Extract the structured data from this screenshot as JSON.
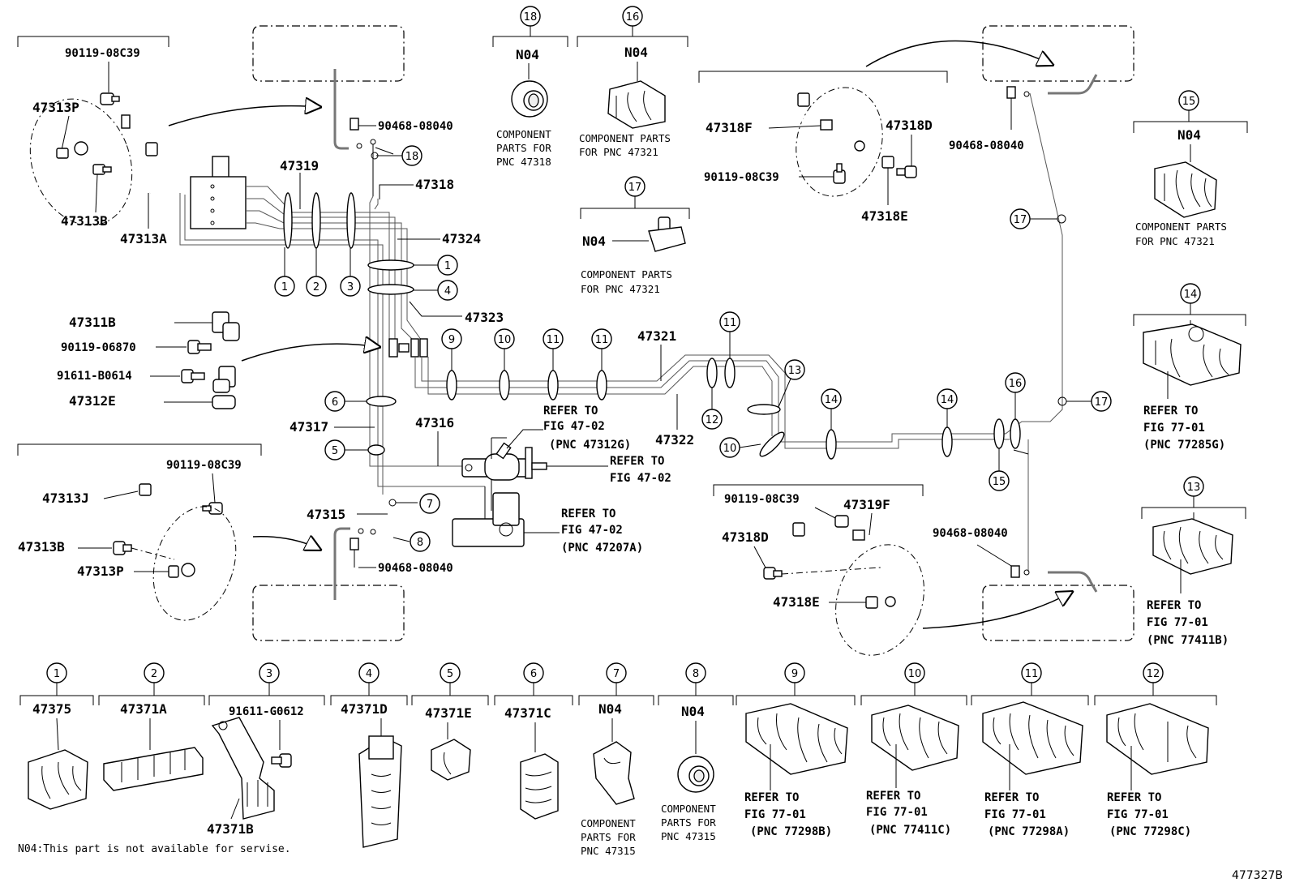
{
  "figure_id": "477327B",
  "footnote": "N04:This part is not available for servise.",
  "labels": {
    "p90119_08C39_a": "90119-08C39",
    "p47313P_a": "47313P",
    "p47313B_a": "47313B",
    "p47313A": "47313A",
    "p90468_08040_a": "90468-08040",
    "p47319": "47319",
    "p47318": "47318",
    "p47324": "47324",
    "p47323": "47323",
    "p47321": "47321",
    "p47322": "47322",
    "p47316": "47316",
    "p47317": "47317",
    "p47315": "47315",
    "p47311B": "47311B",
    "p90119_06870": "90119-06870",
    "p91611_B0614": "91611-B0614",
    "p47312E": "47312E",
    "p90119_08C39_b": "90119-08C39",
    "p47313J": "47313J",
    "p47313B_b": "47313B",
    "p47313P_b": "47313P",
    "p90468_08040_b": "90468-08040",
    "p47318F": "47318F",
    "p47318D_a": "47318D",
    "p90119_08C39_c": "90119-08C39",
    "p47318E_a": "47318E",
    "p90468_08040_c": "90468-08040",
    "p90119_08C39_d": "90119-08C39",
    "p47319F": "47319F",
    "p47318D_b": "47318D",
    "p47318E_b": "47318E",
    "p90468_08040_d": "90468-08040",
    "n04": "N04"
  },
  "component_notes": {
    "c18": [
      "COMPONENT",
      "PARTS FOR",
      "PNC 47318"
    ],
    "c16": [
      "COMPONENT PARTS",
      "FOR PNC 47321"
    ],
    "c17": [
      "COMPONENT PARTS",
      "FOR PNC 47321"
    ],
    "c15": [
      "COMPONENT PARTS",
      "FOR PNC 47321"
    ],
    "c7": [
      "COMPONENT",
      "PARTS FOR",
      "PNC 47315"
    ],
    "c8": [
      "COMPONENT",
      "PARTS FOR",
      "PNC 47315"
    ]
  },
  "refer_notes": {
    "r47312G": [
      "REFER TO",
      "FIG 47-02",
      "(PNC 47312G)"
    ],
    "r4702": [
      "REFER TO",
      "FIG 47-02"
    ],
    "r47207A": [
      "REFER TO",
      "FIG 47-02",
      "(PNC 47207A)"
    ],
    "r77285G": [
      "REFER TO",
      "FIG 77-01",
      "(PNC 77285G)"
    ],
    "r77411B": [
      "REFER TO",
      "FIG 77-01",
      "(PNC 77411B)"
    ],
    "r77298B": [
      "REFER TO",
      "FIG 77-01",
      "(PNC 77298B)"
    ],
    "r77411C": [
      "REFER TO",
      "FIG 77-01",
      "(PNC 77411C)"
    ],
    "r77298A": [
      "REFER TO",
      "FIG 77-01",
      "(PNC 77298A)"
    ],
    "r77298C": [
      "REFER TO",
      "FIG 77-01",
      "(PNC 77298C)"
    ]
  },
  "callouts": [
    "1",
    "2",
    "3",
    "4",
    "5",
    "6",
    "7",
    "8",
    "9",
    "10",
    "11",
    "12",
    "13",
    "14",
    "15",
    "16",
    "17",
    "18"
  ],
  "bottom_row": {
    "b1": "47375",
    "b2": "47371A",
    "b3a": "91611-G0612",
    "b3b": "47371B",
    "b4": "47371D",
    "b5": "47371E",
    "b6": "47371C",
    "b7": "N04",
    "b8": "N04"
  }
}
